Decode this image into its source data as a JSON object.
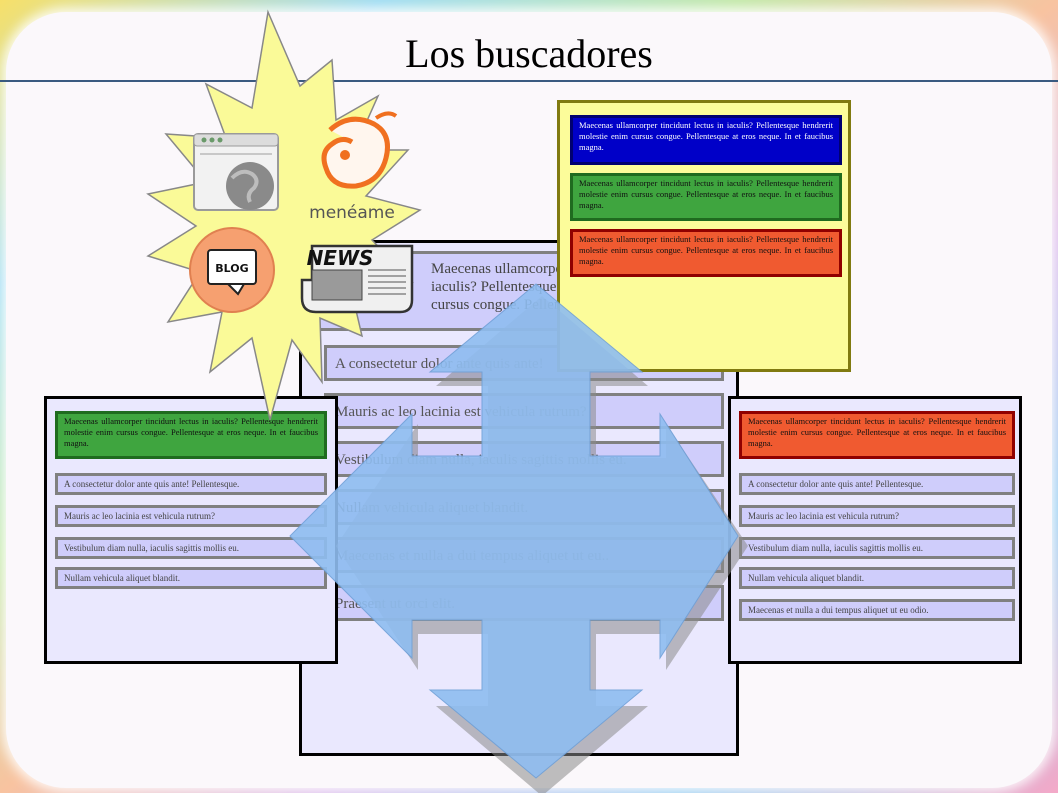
{
  "title": "Los buscadores",
  "paragraph": "Maecenas ullamcorper tincidunt lectus in iaculis? Pellentesque hendrerit molestie enim cursus congue. Pellentesque at eros neque. In et faucibus magna.",
  "center": {
    "top_text": "Maecenas ullamcorper tincidunt lectus in iaculis? Pellentesque hendrerit molestie enim cursus congue. Pellentesque at eros neque.",
    "items": [
      "A consectetur dolor ante quis ante!",
      "Mauris ac leo lacinia est vehicula rutrum?",
      "Vestibulum diam nulla, iaculis sagittis mollis eu.",
      "Nullam vehicula aliquet blandit.",
      "Maecenas et nulla a dui tempus aliquet ut eu..",
      "Praesent ut orci elit."
    ]
  },
  "left": {
    "items": [
      "A consectetur dolor ante quis ante! Pellentesque.",
      "Mauris ac leo lacinia est vehicula rutrum?",
      "Vestibulum diam nulla, iaculis sagittis mollis eu.",
      "Nullam vehicula aliquet blandit."
    ]
  },
  "right": {
    "items": [
      "A consectetur dolor ante quis ante! Pellentesque.",
      "Mauris ac leo lacinia est vehicula rutrum?",
      "Vestibulum diam nulla, iaculis sagittis mollis eu.",
      "Nullam vehicula aliquet blandit.",
      "Maecenas et nulla a dui tempus aliquet ut eu odio."
    ]
  },
  "icons": {
    "meneame_label": "menéame",
    "blog_label": "BLOG",
    "news_label": "NEWS"
  },
  "colors": {
    "green": "#3fa53f",
    "blue": "#0000c8",
    "red": "#f05a30",
    "yellow": "#fcfc9a",
    "lavender": "#eae8fe",
    "arrow": "#8fbdf0"
  }
}
